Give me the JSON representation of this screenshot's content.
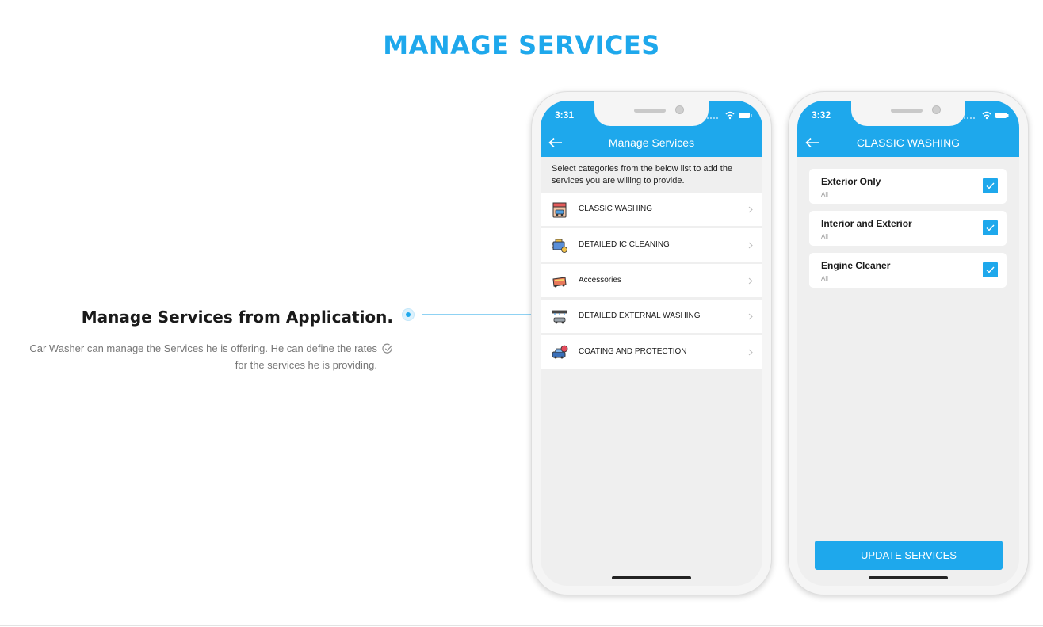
{
  "page": {
    "title": "MANAGE SERVICES"
  },
  "feature": {
    "heading": "Manage Services from Application.",
    "description_line1": "Car Washer can manage the Services he is offering. He can define the rates",
    "description_line2": "for the services he is providing."
  },
  "phone1": {
    "status_time": "3:31",
    "app_title": "Manage Services",
    "intro": "Select categories from the below list to add the services you are willing to provide.",
    "categories": [
      {
        "label": "CLASSIC WASHING",
        "icon": "car-wash-icon"
      },
      {
        "label": "DETAILED IC CLEANING",
        "icon": "engine-icon"
      },
      {
        "label": "Accessories",
        "icon": "car-seat-icon"
      },
      {
        "label": "DETAILED EXTERNAL WASHING",
        "icon": "wash-station-icon"
      },
      {
        "label": "COATING AND PROTECTION",
        "icon": "car-shield-icon"
      }
    ]
  },
  "phone2": {
    "status_time": "3:32",
    "app_title": "CLASSIC WASHING",
    "services": [
      {
        "name": "Exterior Only",
        "sub": "All",
        "checked": true
      },
      {
        "name": "Interior and Exterior",
        "sub": "All",
        "checked": true
      },
      {
        "name": "Engine Cleaner",
        "sub": "All",
        "checked": true
      }
    ],
    "update_button": "UPDATE SERVICES"
  },
  "colors": {
    "accent": "#1ea8ec",
    "background": "#ffffff",
    "screen_bg": "#efefef"
  }
}
